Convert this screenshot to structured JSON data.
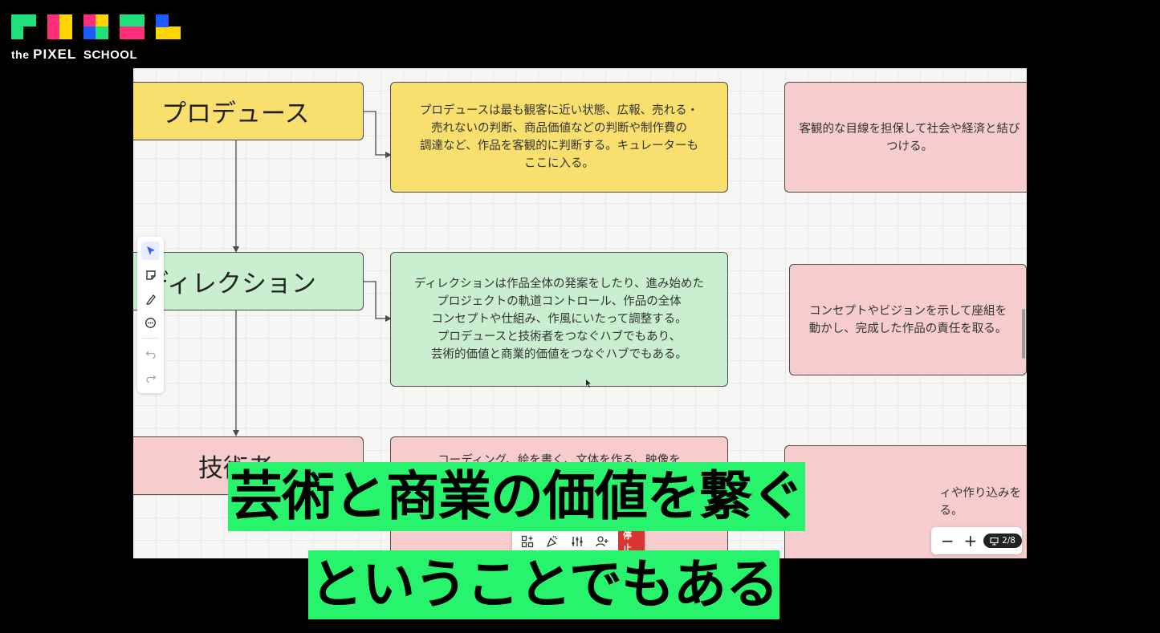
{
  "brand": {
    "the": "the",
    "pixel": "PIXEL",
    "school": "SCHOOL"
  },
  "board": {
    "rows": [
      {
        "label": "プロデュース",
        "description": "プロデュースは最も観客に近い状態、広報、売れる・\n売れないの判断、商品価値などの判断や制作費の\n調達など、作品を客観的に判断する。キュレーターも\nここに入る。",
        "note": "客観的な目線を担保して社会や経済と結び\nつける。"
      },
      {
        "label": "ディレクション",
        "description": "ディレクションは作品全体の発案をしたり、進み始めた\nプロジェクトの軌道コントロール、作品の全体\nコンセプトや仕組み、作風にいたって調整する。\nプロデュースと技術者をつなぐハブでもあり、\n芸術的価値と商業的価値をつなぐハブでもある。",
        "note": "コンセプトやビジョンを示して座組を\n動かし、完成した作品の責任を取る。"
      },
      {
        "label": "技術者",
        "description": "コーディング、絵を書く、文体を作る、映像を\n\nプロデュースによ                               もある。\n演劇",
        "note": "ィや作り込みを\nる。"
      }
    ]
  },
  "bottom_toolbar": {
    "stop_label": "停止"
  },
  "zoom": {
    "minus": "−",
    "plus": "+",
    "page": "2/8"
  },
  "subtitles": {
    "line1": "芸術と商業の価値を繋ぐ",
    "line2": "ということでもある"
  },
  "colors": {
    "yellow": "#f8df6e",
    "green": "#c9efcf",
    "pink": "#f6cccd",
    "subtitle_bg": "#27f36c",
    "stop": "#d93434"
  }
}
